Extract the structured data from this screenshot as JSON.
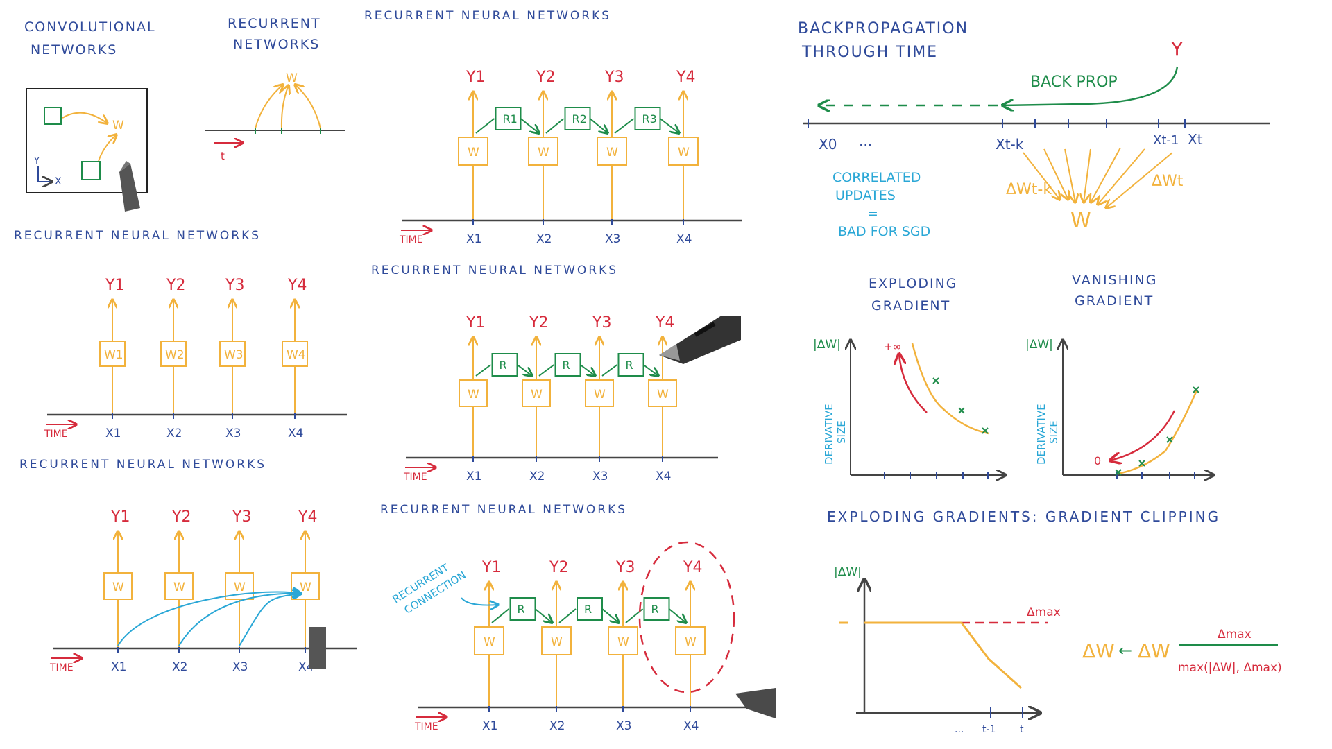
{
  "colors": {
    "blue": "#2f4a9a",
    "orange": "#f2b23c",
    "green": "#1e8c4a",
    "red": "#d62b3c",
    "cyan": "#2aa7d6",
    "axis": "#444444"
  },
  "icons": [
    "pen-icon"
  ],
  "cnn": {
    "title_line1": "CONVOLUTIONAL",
    "title_line2": "NETWORKS",
    "w": "W",
    "x": "X",
    "y": "Y"
  },
  "rnn_intro": {
    "title_line1": "RECURRENT",
    "title_line2": "NETWORKS",
    "w": "W",
    "t": "t"
  },
  "time_label": "TIME",
  "p_top": {
    "title": "RECURRENT NEURAL NETWORKS",
    "y": [
      "Y1",
      "Y2",
      "Y3",
      "Y4"
    ],
    "w": [
      "W",
      "W",
      "W",
      "W"
    ],
    "r": [
      "R1",
      "R2",
      "R3"
    ],
    "x": [
      "X1",
      "X2",
      "X3",
      "X4"
    ]
  },
  "p_left_mid": {
    "title": "RECURRENT NEURAL NETWORKS",
    "y": [
      "Y1",
      "Y2",
      "Y3",
      "Y4"
    ],
    "w": [
      "W1",
      "W2",
      "W3",
      "W4"
    ],
    "x": [
      "X1",
      "X2",
      "X3",
      "X4"
    ]
  },
  "p_center_mid": {
    "title": "RECURRENT NEURAL NETWORKS",
    "y": [
      "Y1",
      "Y2",
      "Y3",
      "Y4"
    ],
    "w": [
      "W",
      "W",
      "W",
      "W"
    ],
    "r": [
      "R",
      "R",
      "R"
    ],
    "x": [
      "X1",
      "X2",
      "X3",
      "X4"
    ]
  },
  "p_left_bot": {
    "title": "RECURRENT NEURAL NETWORKS",
    "y": [
      "Y1",
      "Y2",
      "Y3",
      "Y4"
    ],
    "w": [
      "W",
      "W",
      "W",
      "W"
    ],
    "x": [
      "X1",
      "X2",
      "X3",
      "X4"
    ]
  },
  "p_center_bot": {
    "title": "RECURRENT NEURAL NETWORKS",
    "y": [
      "Y1",
      "Y2",
      "Y3",
      "Y4"
    ],
    "w": [
      "W",
      "W",
      "W",
      "W"
    ],
    "r": [
      "R",
      "R",
      "R"
    ],
    "x": [
      "X1",
      "X2",
      "X3",
      "X4"
    ],
    "annot_line1": "RECURRENT",
    "annot_line2": "CONNECTION"
  },
  "bptt": {
    "title_line1": "BACKPROPAGATION",
    "title_line2": "THROUGH TIME",
    "y": "Y",
    "backprop": "BACK PROP",
    "x0": "X0",
    "dots": "...",
    "xtk": "Xt-k",
    "xt1": "Xt-1",
    "xt": "Xt",
    "dw_tk": "ΔWt-k",
    "dw_t": "ΔWt",
    "w": "W",
    "note_line1": "CORRELATED",
    "note_line2": "UPDATES",
    "note_line3": "=",
    "note_line4": "BAD FOR SGD"
  },
  "exploding": {
    "title_line1": "EXPLODING",
    "title_line2": "GRADIENT",
    "ylabel": "|ΔW|",
    "side_line1": "DERIVATIVE",
    "side_line2": "SIZE",
    "plus_inf": "+∞"
  },
  "vanishing": {
    "title_line1": "VANISHING",
    "title_line2": "GRADIENT",
    "ylabel": "|ΔW|",
    "side_line1": "DERIVATIVE",
    "side_line2": "SIZE",
    "zero": "0"
  },
  "clipping": {
    "title": "EXPLODING GRADIENTS: GRADIENT CLIPPING",
    "ylabel": "|ΔW|",
    "dmax": "Δmax",
    "tick_dots": "...",
    "tick_t1": "t-1",
    "tick_t": "t",
    "formula_lhs": "ΔW",
    "formula_arrow": "←",
    "formula_dw": "ΔW",
    "formula_num": "Δmax",
    "formula_den": "max(|ΔW|, Δmax)"
  }
}
